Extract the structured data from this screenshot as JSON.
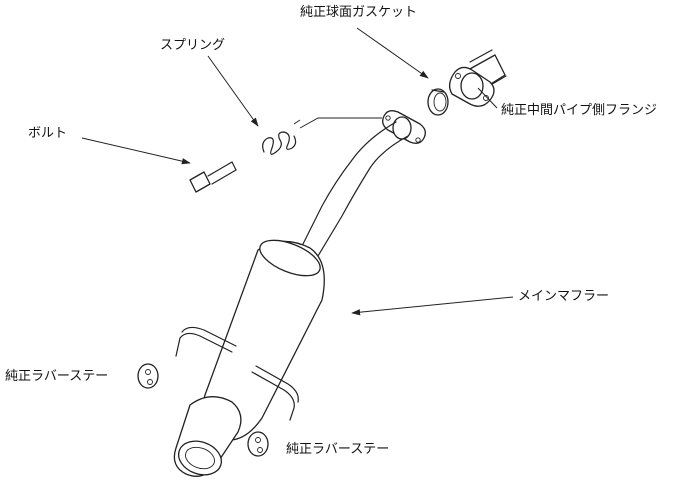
{
  "labels": {
    "gasket": "純正球面ガスケット",
    "spring": "スプリング",
    "flange": "純正中間パイプ側フランジ",
    "bolt": "ボルト",
    "muffler": "メインマフラー",
    "stay_left": "純正ラバーステー",
    "stay_bottom": "純正ラバーステー"
  },
  "colors": {
    "stroke": "#222222",
    "background": "#ffffff"
  }
}
